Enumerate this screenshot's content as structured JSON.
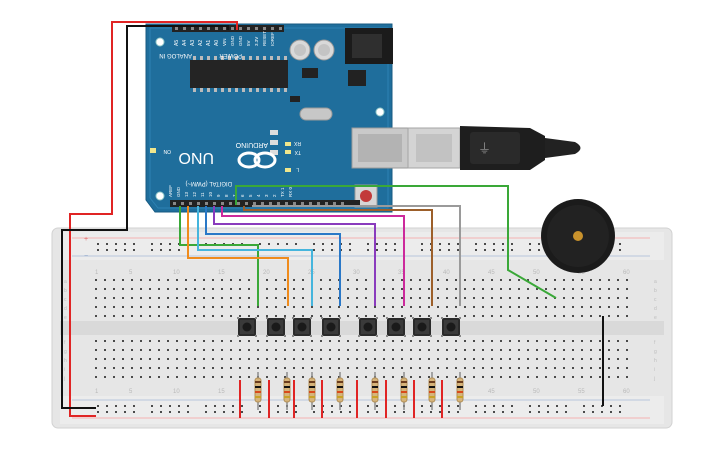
{
  "board": {
    "brand": "ARDUINO",
    "model": "UNO",
    "power_header": "POWER",
    "analog_header": "ANALOG IN",
    "digital_header": "DIGITAL (PWM~)",
    "on_led": "ON",
    "tx_led": "TX",
    "rx_led": "RX",
    "l_led": "L",
    "analog_pins": [
      "A0",
      "A1",
      "A2",
      "A3",
      "A4",
      "A5"
    ],
    "power_pins": [
      "VIN",
      "GND",
      "GND",
      "5V",
      "3.3V",
      "RESET",
      "IOREF"
    ],
    "digital_pins": [
      "RX 0",
      "TX 1",
      "2",
      "3",
      "4",
      "5",
      "6",
      "7",
      "8",
      "9",
      "10",
      "11",
      "12",
      "13",
      "GND",
      "AREF"
    ]
  },
  "breadboard": {
    "column_numbers": [
      "1",
      "5",
      "10",
      "15",
      "20",
      "25",
      "30",
      "35",
      "40",
      "45",
      "50",
      "55",
      "60"
    ],
    "row_letters_top": [
      "a",
      "b",
      "c",
      "d",
      "e"
    ],
    "row_letters_bottom": [
      "f",
      "g",
      "h",
      "i",
      "j"
    ]
  },
  "components": {
    "button_count": 8,
    "resistor_count": 8,
    "buzzer": "piezo-buzzer"
  },
  "colors": {
    "board": "#1f6e9c",
    "breadboard": "#e6e6e6",
    "wire_red": "#e02424",
    "wire_black": "#111111",
    "wire_green": "#3aa838",
    "wire_orange": "#ef8b1c",
    "wire_cyan": "#45b5dd",
    "wire_blue": "#2a78c7",
    "wire_purple": "#8a3bbd",
    "wire_magenta": "#cc2a9c",
    "wire_brown": "#9c5f2a",
    "wire_gray": "#9a9a9a"
  }
}
